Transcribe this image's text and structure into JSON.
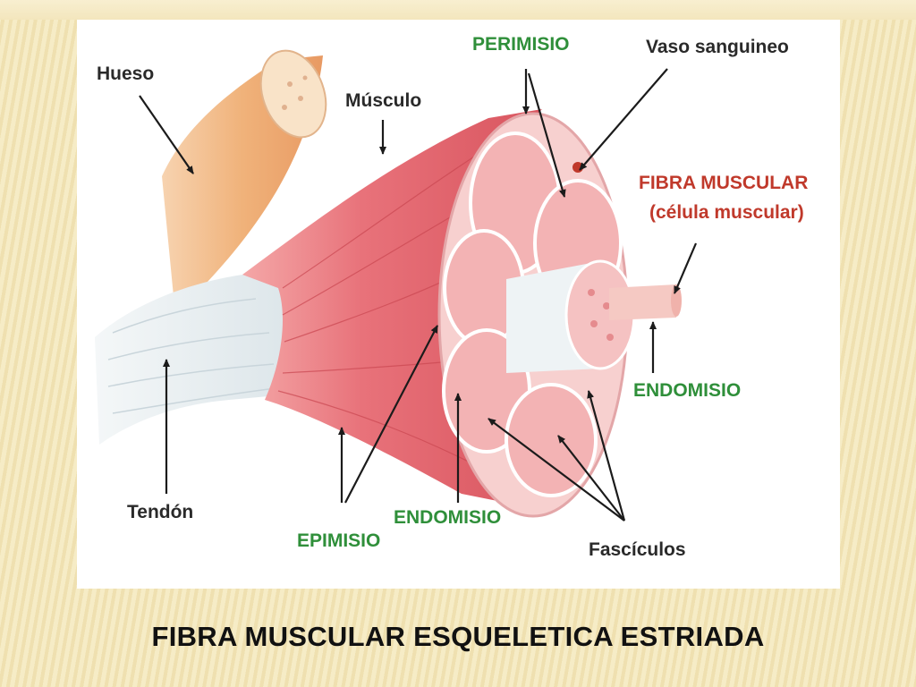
{
  "slide": {
    "caption": "FIBRA MUSCULAR ESQUELETICA ESTRIADA"
  },
  "diagram": {
    "labels": {
      "hueso": "Hueso",
      "musculo": "Músculo",
      "perimisio": "PERIMISIO",
      "vaso": "Vaso sanguineo",
      "fibra_muscular": "FIBRA MUSCULAR",
      "celula_muscular": "(célula muscular)",
      "endomisio_right": "ENDOMISIO",
      "tendon": "Tendón",
      "epimisio": "EPIMISIO",
      "endomisio_bottom": "ENDOMISIO",
      "fasciculos": "Fascículos"
    },
    "colors": {
      "label_black": "#2a2a2a",
      "label_green": "#2f8f3a",
      "label_red": "#c0392b",
      "muscle": "#e8727a",
      "bone": "#f0b27a",
      "tendon": "#e9eef0"
    }
  }
}
